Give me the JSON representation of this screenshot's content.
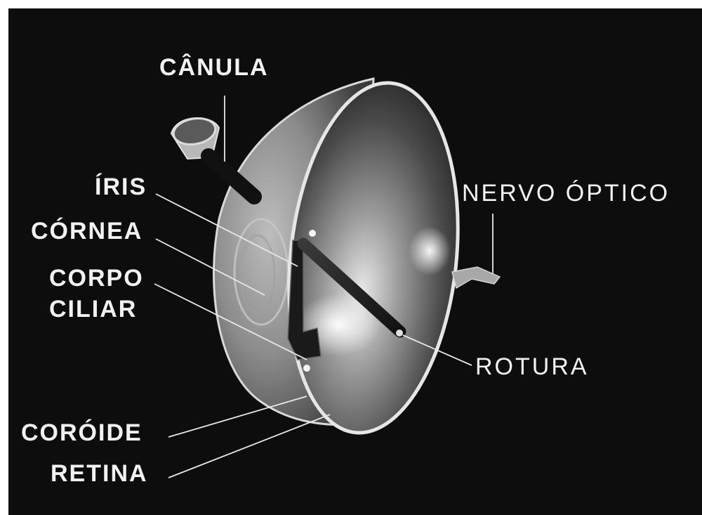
{
  "figure": {
    "background": "#0d0d0d",
    "label_color": "#f2f2f2",
    "labels": {
      "canula": "CÂNULA",
      "iris": "ÍRIS",
      "cornea": "CÓRNEA",
      "corpo_ciliar_line1": "CORPO",
      "corpo_ciliar_line2": "CILIAR",
      "coroide": "CORÓIDE",
      "retina": "RETINA",
      "nervo_optico": "NERVO ÓPTICO",
      "rotura": "ROTURA"
    }
  }
}
